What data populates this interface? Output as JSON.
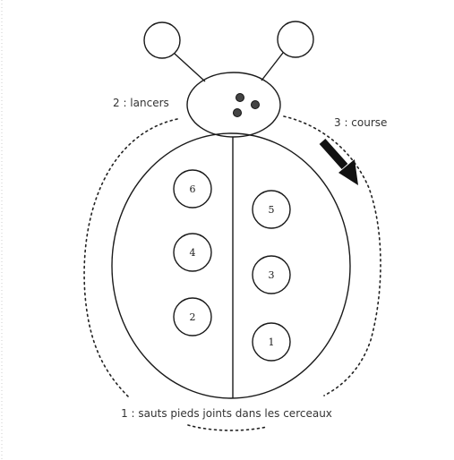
{
  "labels": {
    "throws": "2 : lancers",
    "run": "3 : course",
    "jumps": "1 : sauts pieds joints dans les cerceaux"
  },
  "hoops": {
    "left": [
      "6",
      "4",
      "2"
    ],
    "right": [
      "5",
      "3",
      "1"
    ]
  },
  "colors": {
    "ink": "#1a1a1a",
    "arrow": "#111111",
    "background": "#ffffff"
  }
}
